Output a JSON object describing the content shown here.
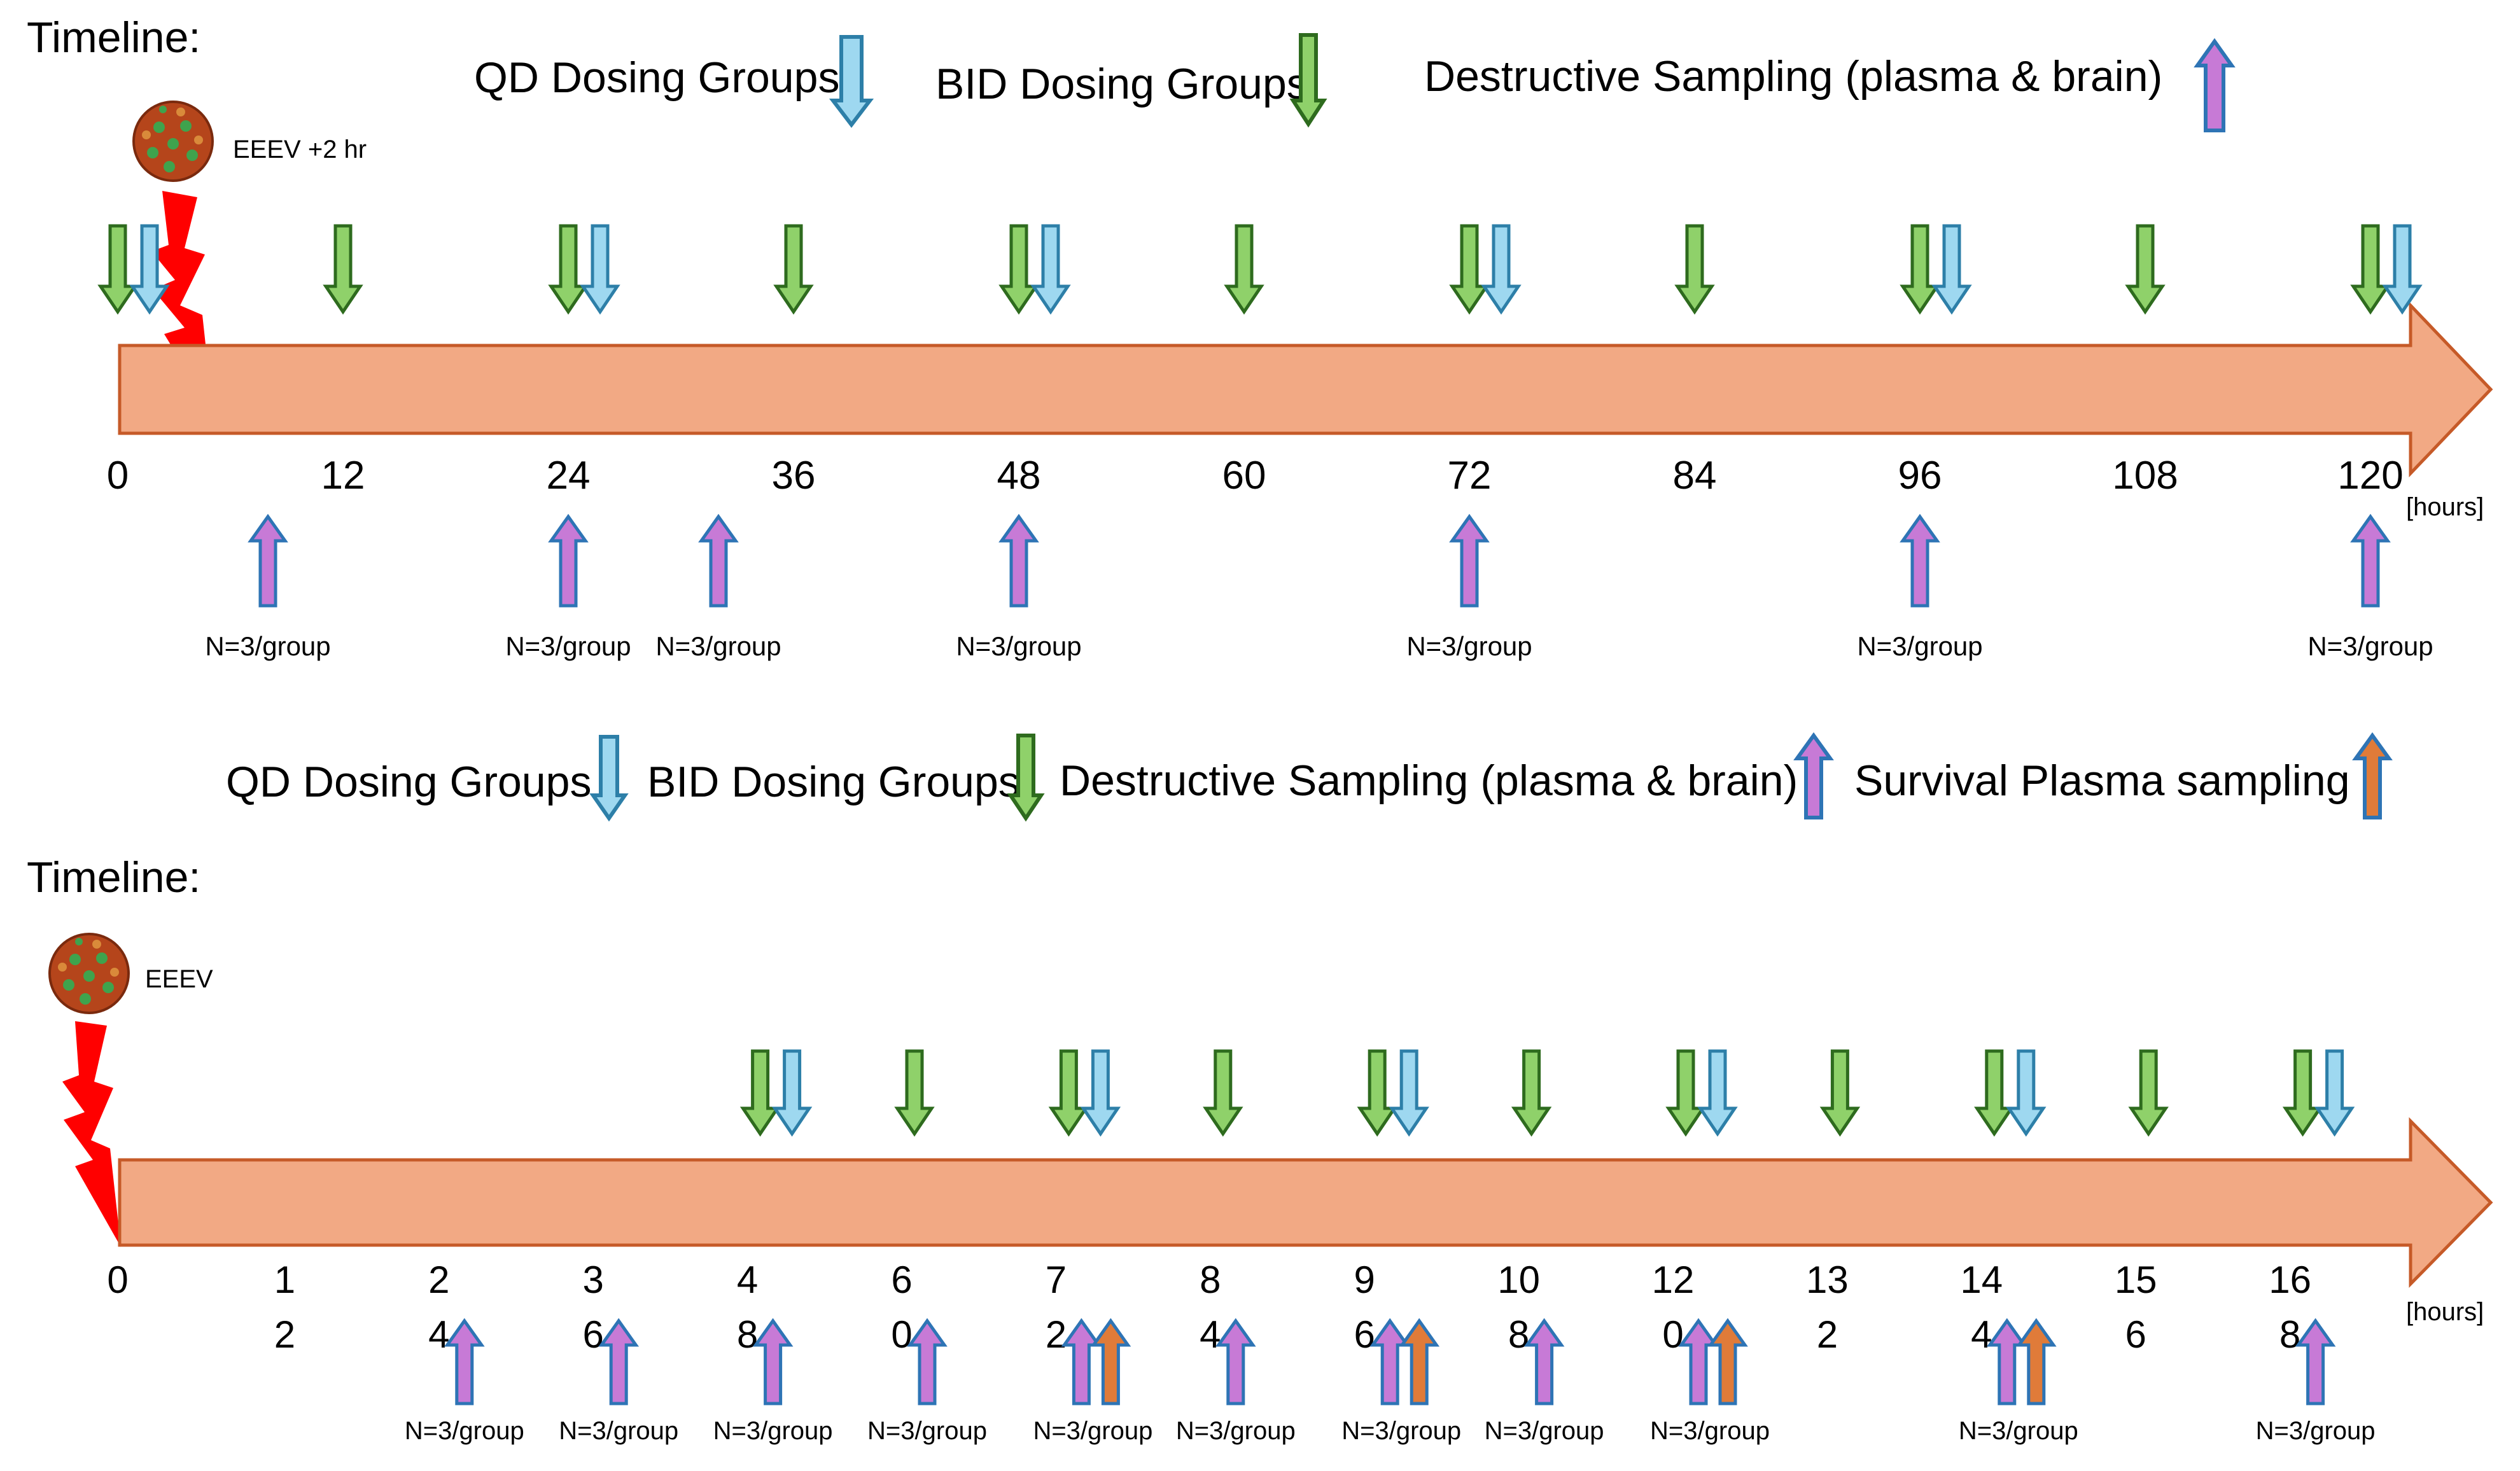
{
  "colors": {
    "timeline_fill": "#F2A984",
    "timeline_stroke": "#C65A28",
    "bid_arrow": "#8FD16A",
    "bid_arrow_stroke": "#2E6B1E",
    "qd_arrow": "#9ED8F0",
    "qd_arrow_stroke": "#2D7FA8",
    "sampling_arrow": "#C77AD6",
    "sampling_arrow_stroke": "#2E74B5",
    "survival_arrow": "#E07B39",
    "lightning": "#FF0000",
    "virus": "#B5451B"
  },
  "panel1": {
    "title": "Timeline:",
    "legend": {
      "qd": "QD Dosing Groups",
      "bid": "BID Dosing Groups",
      "destructive": "Destructive Sampling (plasma & brain)"
    },
    "infection_label": "EEEV +2 hr",
    "units": "[hours]",
    "ticks": [
      "0",
      "12",
      "24",
      "36",
      "48",
      "60",
      "72",
      "84",
      "96",
      "108",
      "120"
    ],
    "group_label": "N=3/group",
    "bid_dose_hours": [
      0,
      12,
      24,
      36,
      48,
      60,
      72,
      84,
      96,
      108,
      120
    ],
    "qd_dose_hours": [
      0,
      24,
      48,
      72,
      96,
      120
    ],
    "sampling_hours": [
      8,
      24,
      32,
      48,
      72,
      96,
      120
    ]
  },
  "panel2": {
    "title": "Timeline:",
    "legend": {
      "qd": "QD Dosing Groups",
      "bid": "BID Dosing Groups",
      "destructive": "Destructive Sampling (plasma & brain)",
      "survival": "Survival Plasma sampling"
    },
    "infection_label": "EEEV",
    "units": "[hours]",
    "ticks": [
      [
        "0",
        ""
      ],
      [
        "1",
        "2"
      ],
      [
        "2",
        "4"
      ],
      [
        "3",
        "6"
      ],
      [
        "4",
        "8"
      ],
      [
        "6",
        "0"
      ],
      [
        "7",
        "2"
      ],
      [
        "8",
        "4"
      ],
      [
        "9",
        "6"
      ],
      [
        "10",
        "8"
      ],
      [
        "12",
        "0"
      ],
      [
        "13",
        "2"
      ],
      [
        "14",
        "4"
      ],
      [
        "15",
        "6"
      ],
      [
        "16",
        "8"
      ]
    ],
    "group_label": "N=3/group",
    "bid_dose_hours": [
      48,
      60,
      72,
      84,
      96,
      108,
      120,
      132,
      144,
      156,
      168
    ],
    "qd_dose_hours": [
      48,
      72,
      96,
      120,
      144,
      168
    ],
    "sampling_hours": [
      24,
      36,
      48,
      60,
      72,
      84,
      96,
      108,
      120,
      144,
      168
    ],
    "survival_hours": [
      72,
      96,
      120,
      144
    ]
  }
}
